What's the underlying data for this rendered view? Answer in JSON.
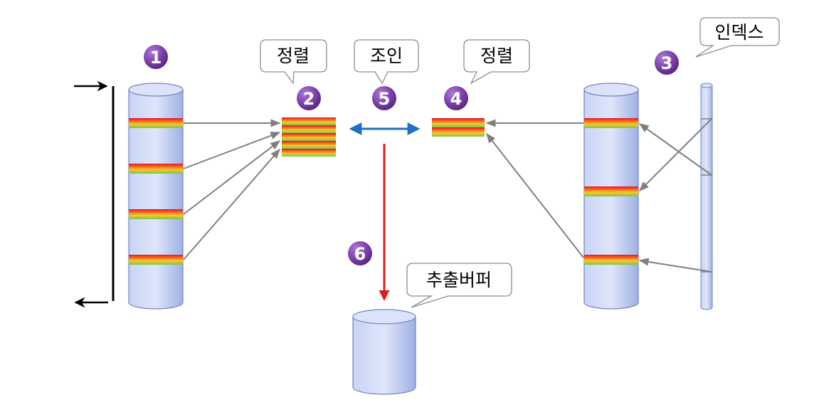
{
  "labels": {
    "sort_left": "정렬",
    "join": "조인",
    "sort_right": "정렬",
    "index": "인덱스",
    "output_buffer": "추출버퍼"
  },
  "steps": {
    "one": "1",
    "two": "2",
    "three": "3",
    "four": "4",
    "five": "5",
    "six": "6"
  },
  "colors": {
    "badge": "#7b3fa8",
    "cylinder_fill": "#b8c6ee",
    "cylinder_stroke": "#6a7fbf",
    "join_arrow": "#1f6fc2",
    "output_arrow": "#e01b1b",
    "connector": "#808080"
  }
}
